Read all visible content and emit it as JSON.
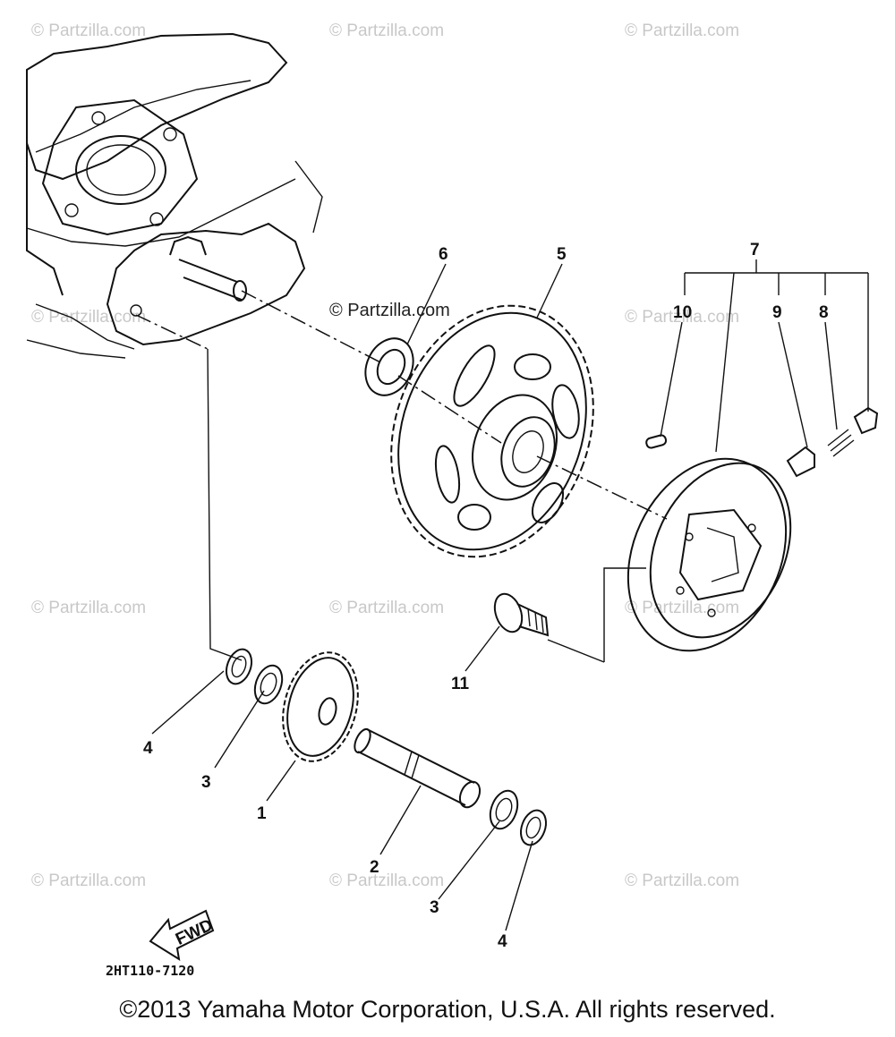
{
  "watermarks": {
    "text": "© Partzilla.com"
  },
  "callouts": {
    "c1": "1",
    "c2": "2",
    "c3a": "3",
    "c3b": "3",
    "c4a": "4",
    "c4b": "4",
    "c5": "5",
    "c6": "6",
    "c7": "7",
    "c8": "8",
    "c9": "9",
    "c10": "10",
    "c11": "11"
  },
  "fwd_label": "FWD",
  "diagram_code": "2HT110-7120",
  "copyright": "©2013 Yamaha Motor Corporation, U.S.A. All rights reserved."
}
